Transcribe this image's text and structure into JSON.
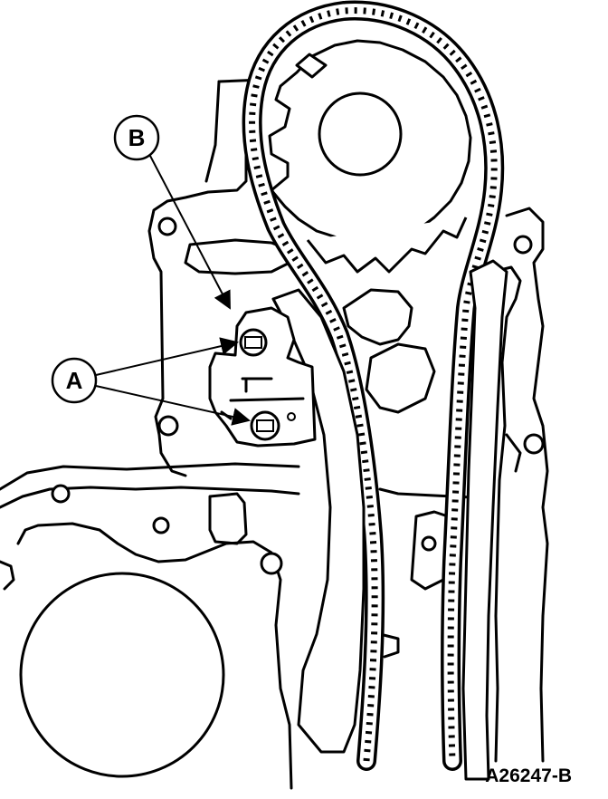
{
  "callouts": {
    "b_label": "B",
    "a_label": "A"
  },
  "reference_code": "A26247-B",
  "colors": {
    "ink": "#000000",
    "paper": "#ffffff"
  }
}
